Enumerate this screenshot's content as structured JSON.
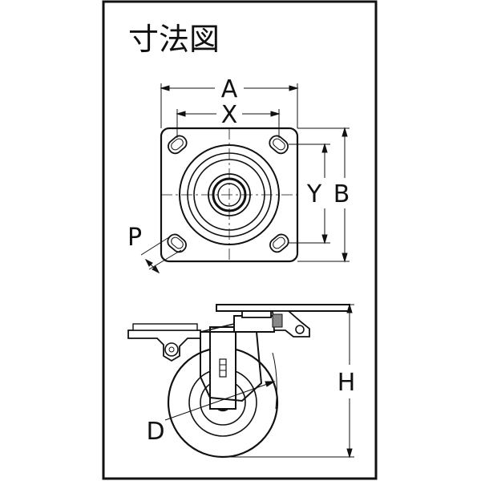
{
  "title": "寸法図",
  "dimensions": {
    "A": "A",
    "X": "X",
    "Y": "Y",
    "B": "B",
    "P": "P",
    "H": "H",
    "D": "D"
  }
}
